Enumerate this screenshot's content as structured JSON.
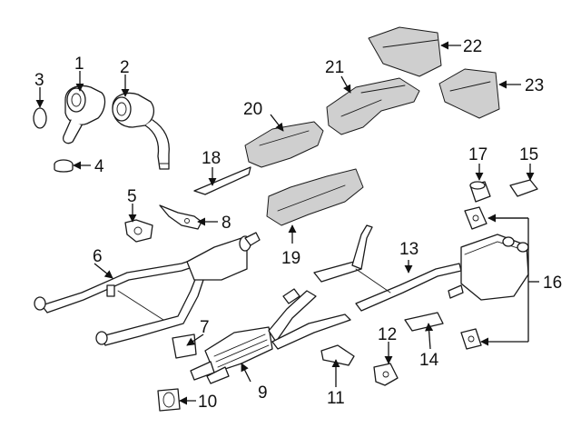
{
  "callouts": [
    {
      "label": "1"
    },
    {
      "label": "2"
    },
    {
      "label": "3"
    },
    {
      "label": "4"
    },
    {
      "label": "5"
    },
    {
      "label": "6"
    },
    {
      "label": "7"
    },
    {
      "label": "8"
    },
    {
      "label": "9"
    },
    {
      "label": "10"
    },
    {
      "label": "11"
    },
    {
      "label": "12"
    },
    {
      "label": "13"
    },
    {
      "label": "14"
    },
    {
      "label": "15"
    },
    {
      "label": "16"
    },
    {
      "label": "17"
    },
    {
      "label": "18"
    },
    {
      "label": "19"
    },
    {
      "label": "20"
    },
    {
      "label": "21"
    },
    {
      "label": "22"
    },
    {
      "label": "23"
    }
  ],
  "colors": {
    "line": "#1a1a1a",
    "background": "#ffffff",
    "shade": "#cfcfcf"
  }
}
